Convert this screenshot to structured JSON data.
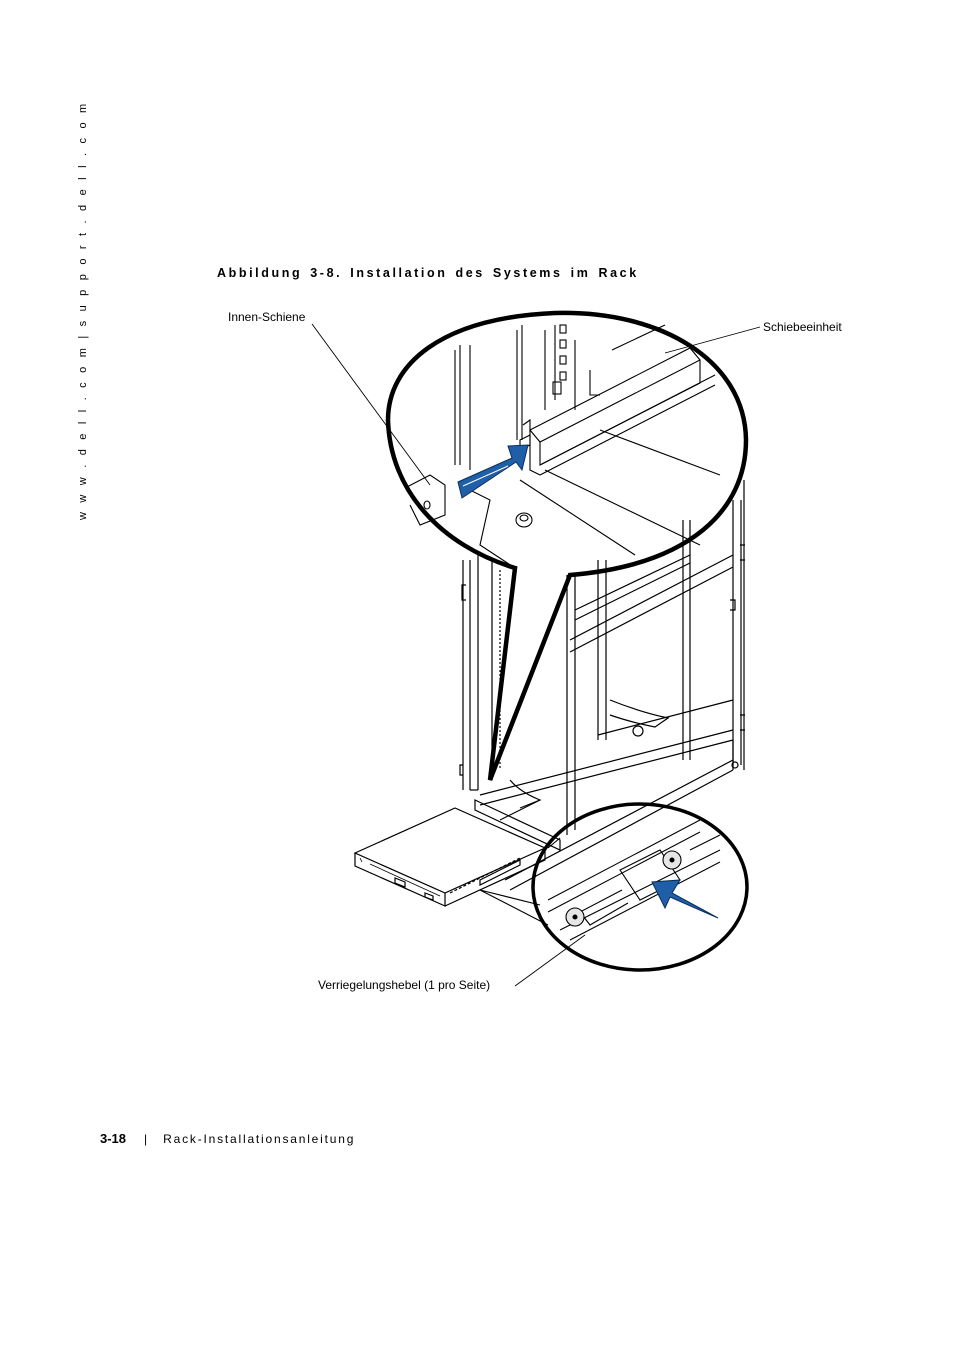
{
  "sidebar": {
    "url_text": "w w w . d e l l . c o m   |   s u p p o r t . d e l l . c o m"
  },
  "figure": {
    "title": "Abbildung 3-8.   Installation des Systems im Rack",
    "labels": {
      "inner_rail": "Innen-Schiene",
      "slide_assembly": "Schiebeeinheit",
      "release_latch": "Verriegelungshebel (1 pro Seite)"
    },
    "colors": {
      "arrow_blue": "#1f5fa8",
      "line": "#000000"
    }
  },
  "footer": {
    "page_number": "3-18",
    "separator": "|",
    "chapter": "Rack-Installationsanleitung"
  }
}
